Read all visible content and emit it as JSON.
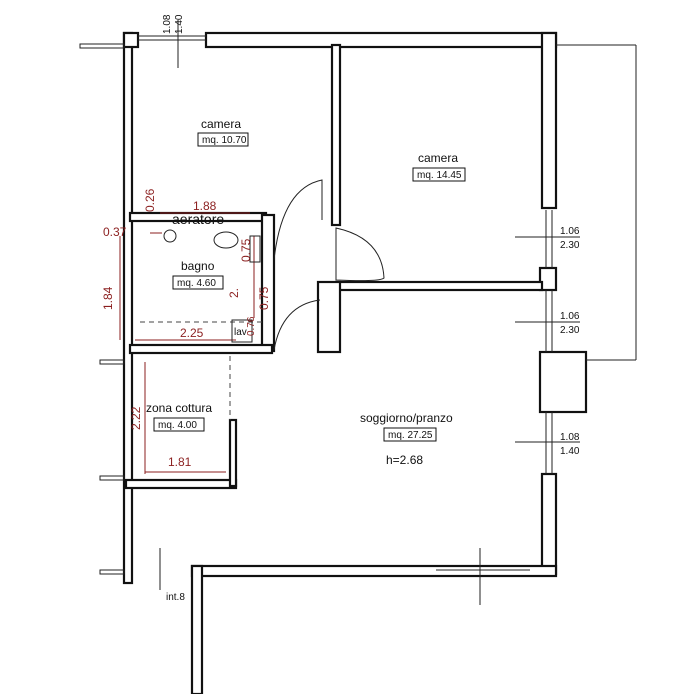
{
  "rooms": {
    "camera_small": {
      "name": "camera",
      "area": "mq. 10.70"
    },
    "camera_large": {
      "name": "camera",
      "area": "mq. 14.45"
    },
    "bagno": {
      "name": "bagno",
      "area": "mq. 4.60"
    },
    "zona_cottura": {
      "name": "zona cottura",
      "area": "mq. 4.00"
    },
    "soggiorno": {
      "name": "soggiorno/pranzo",
      "area": "mq. 27.25",
      "height": "h=2.68"
    },
    "lav": {
      "name": "lav"
    }
  },
  "labels": {
    "aeratore": "aeratore",
    "int": "int.8"
  },
  "dimensions": {
    "top_window_a": "1.08",
    "top_window_b": "1.40",
    "right_window1_a": "1.06",
    "right_window1_b": "2.30",
    "right_window2_a": "1.06",
    "right_window2_b": "2.30",
    "right_window3_a": "1.08",
    "right_window3_b": "1.40",
    "bath_width": "1.88",
    "bath_top_offset": "0.26",
    "bath_left_offset": "0.37",
    "bath_height": "1.84",
    "bath_inner_width": "2.25",
    "bath_door_a": "0.75",
    "bath_door_b": "0.75",
    "lav_dim": "0.76",
    "bath_misc": "2.",
    "kitchen_width": "1.81",
    "kitchen_height": "2.22"
  }
}
